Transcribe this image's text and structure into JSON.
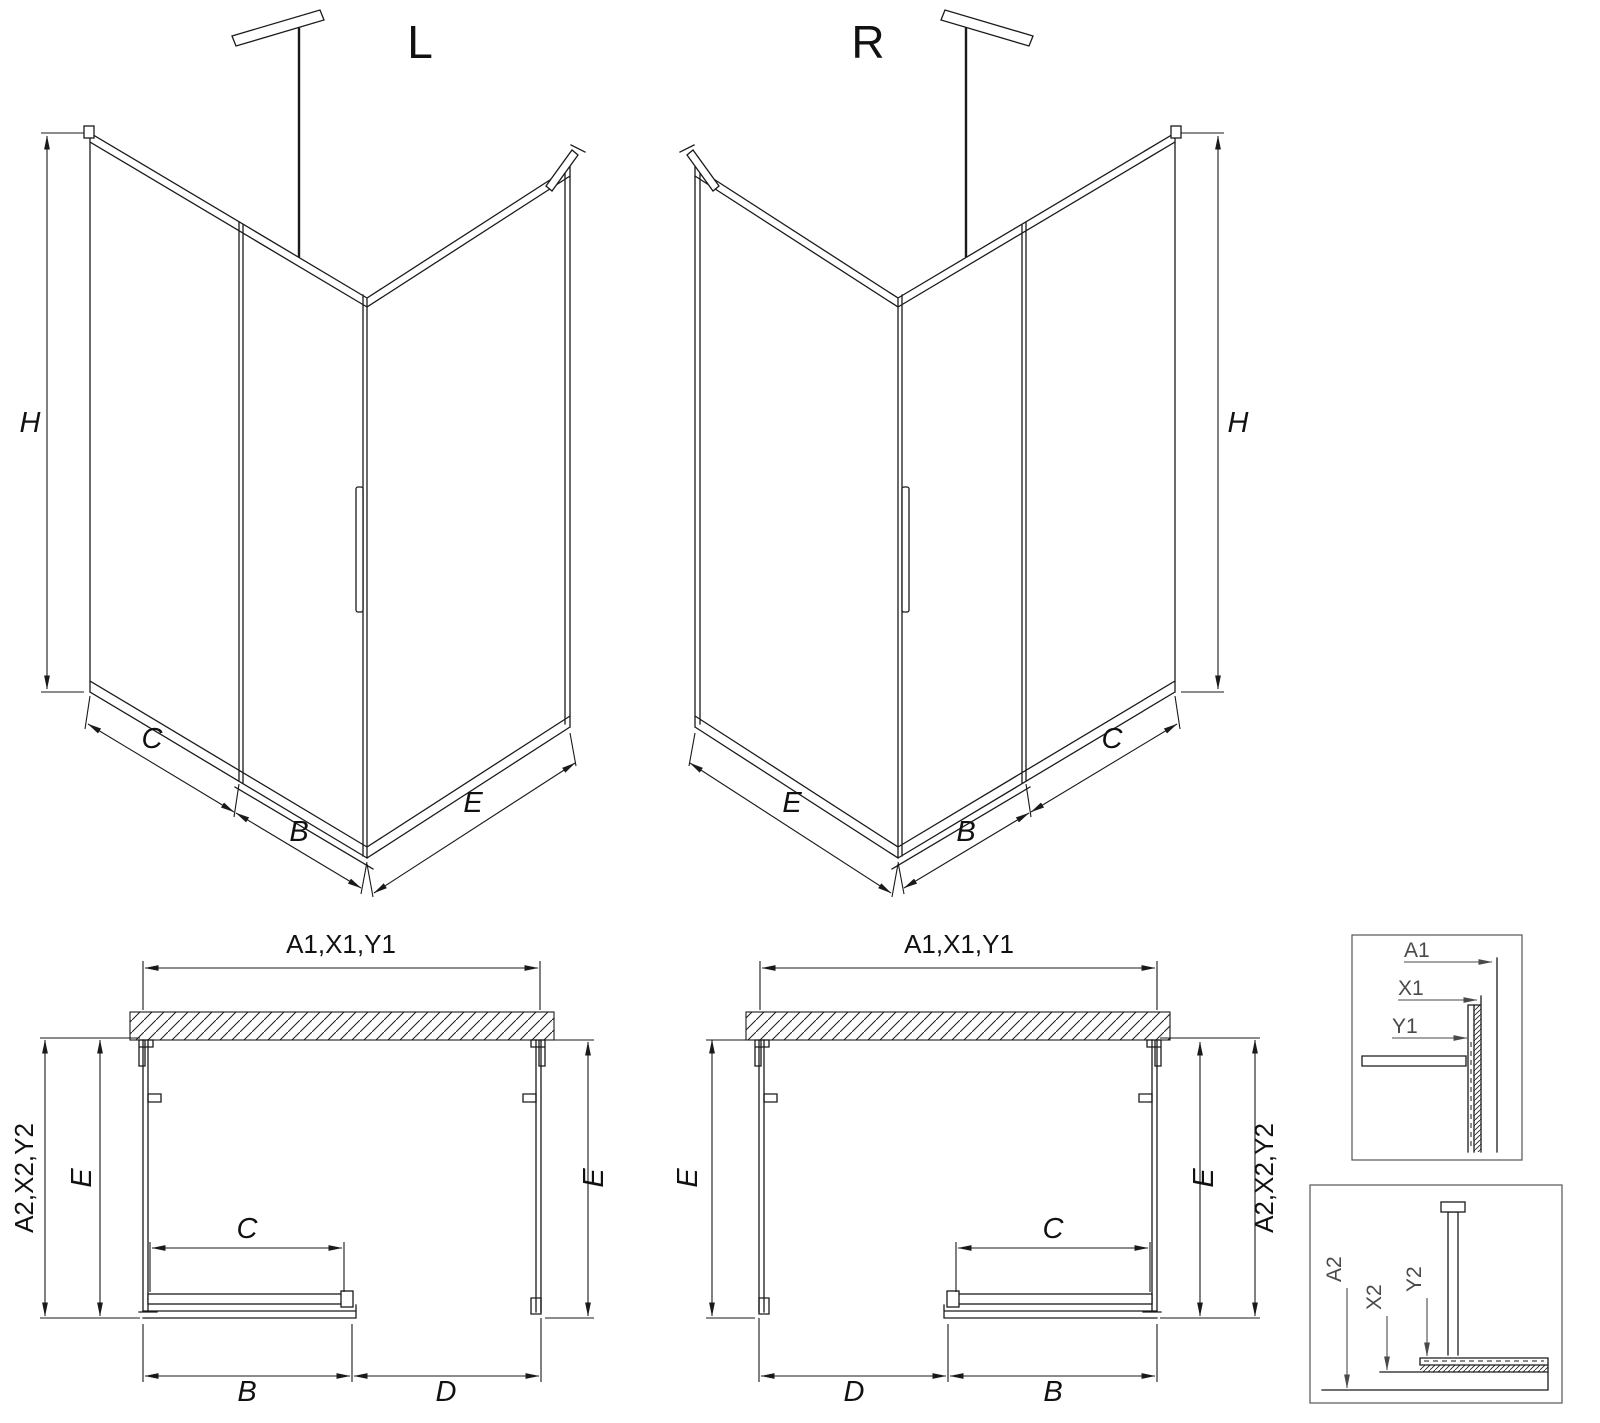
{
  "colors": {
    "line": "#1a1a1a",
    "detail_line": "#4a4a4a",
    "background": "#ffffff"
  },
  "iso_left": {
    "title": "L",
    "dim_h": "H",
    "dim_c": "C",
    "dim_b": "B",
    "dim_e": "E"
  },
  "iso_right": {
    "title": "R",
    "dim_h": "H",
    "dim_c": "C",
    "dim_b": "B",
    "dim_e": "E"
  },
  "plan_left": {
    "dim_top": "A1,X1,Y1",
    "dim_side": "A2,X2,Y2",
    "dim_e_left": "E",
    "dim_e_right": "E",
    "dim_c": "C",
    "dim_b": "B",
    "dim_d": "D"
  },
  "plan_right": {
    "dim_top": "A1,X1,Y1",
    "dim_side": "A2,X2,Y2",
    "dim_e_left": "E",
    "dim_e_right": "E",
    "dim_c": "C",
    "dim_b": "B",
    "dim_d": "D"
  },
  "detail_top": {
    "a1": "A1",
    "x1": "X1",
    "y1": "Y1"
  },
  "detail_bottom": {
    "a2": "A2",
    "x2": "X2",
    "y2": "Y2"
  }
}
